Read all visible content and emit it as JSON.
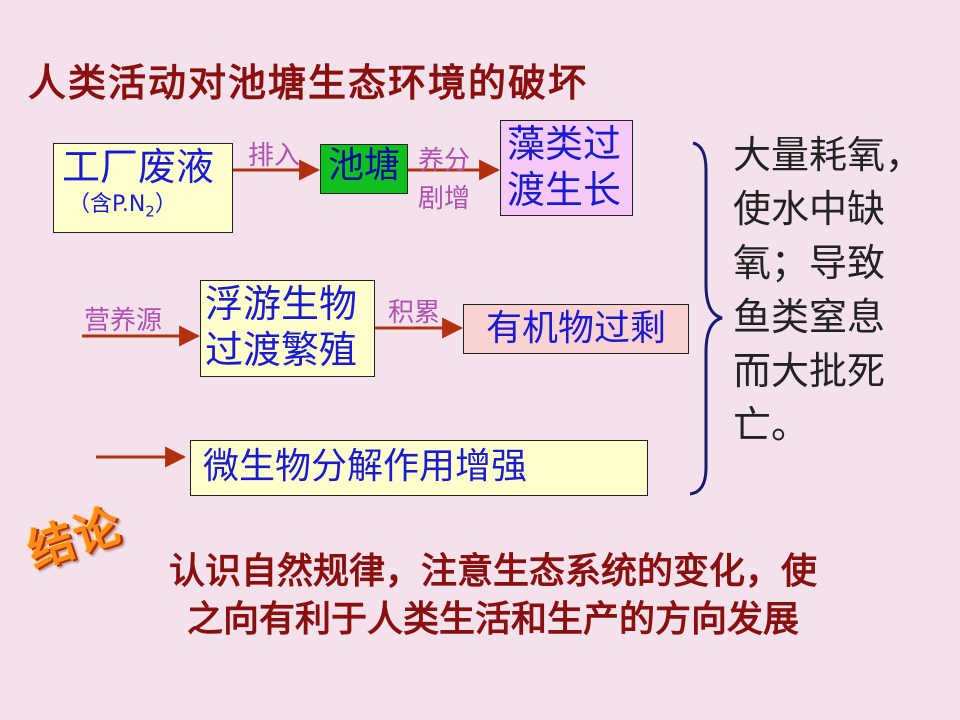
{
  "title": "人类活动对池塘生态环境的破坏",
  "factory": {
    "line1": "工厂废液",
    "line2": "（含P.N",
    "sub": "2",
    "line2_end": "）"
  },
  "discharge_label": "排入",
  "pond": "池塘",
  "nutrient_label_1": "养分",
  "nutrient_label_2": "剧增",
  "algae": {
    "line1": "藻类过",
    "line2": "渡生长"
  },
  "nutrient_source_label": "营养源",
  "plankton": {
    "line1": "浮游生物",
    "line2": "过渡繁殖"
  },
  "accumulate_label": "积累",
  "organic": "有机物过剩",
  "microbe": "微生物分解作用增强",
  "effect": [
    "大量耗氧，",
    "使水中缺",
    "氧；导致",
    "鱼类窒息",
    "而大批死",
    "亡。"
  ],
  "badge": "结论",
  "conclusion": {
    "line1": "认识自然规律，注意生态系统的变化，使",
    "line2": "之向有利于人类生活和生产的方向发展"
  },
  "colors": {
    "title": "#8a1010",
    "box_text": "#1a1ad0",
    "arrow": "#b03010",
    "label": "#b050b0",
    "brace": "#1a1a6e"
  }
}
